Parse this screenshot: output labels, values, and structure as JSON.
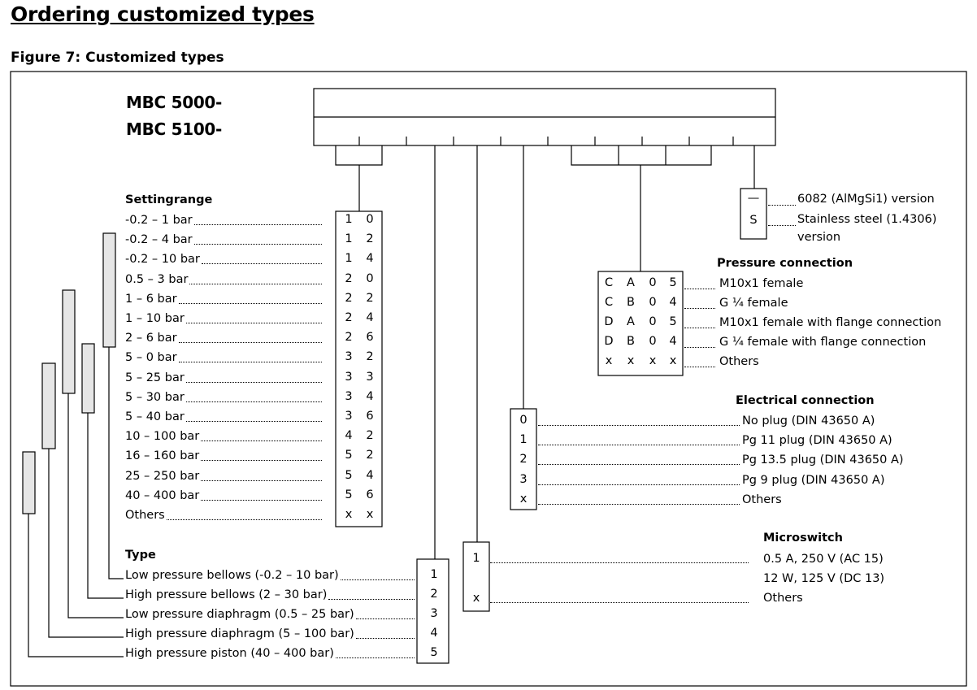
{
  "title": "Ordering customized types",
  "figure_caption": "Figure 7: Customized types",
  "models": [
    "MBC 5000-",
    "MBC 5100-"
  ],
  "setting_range": {
    "heading": "Settingrange",
    "rows": [
      {
        "label": "-0.2 – 1 bar",
        "code": [
          "1",
          "0"
        ]
      },
      {
        "label": "-0.2 – 4 bar",
        "code": [
          "1",
          "2"
        ]
      },
      {
        "label": "-0.2 – 10 bar",
        "code": [
          "1",
          "4"
        ]
      },
      {
        "label": "0.5 – 3 bar",
        "code": [
          "2",
          "0"
        ]
      },
      {
        "label": "1 – 6 bar",
        "code": [
          "2",
          "2"
        ]
      },
      {
        "label": "1 – 10 bar",
        "code": [
          "2",
          "4"
        ]
      },
      {
        "label": "2 – 6 bar",
        "code": [
          "2",
          "6"
        ]
      },
      {
        "label": "5 – 0 bar",
        "code": [
          "3",
          "2"
        ]
      },
      {
        "label": "5 – 25 bar",
        "code": [
          "3",
          "3"
        ]
      },
      {
        "label": "5 – 30 bar",
        "code": [
          "3",
          "4"
        ]
      },
      {
        "label": "5 – 40 bar",
        "code": [
          "3",
          "6"
        ]
      },
      {
        "label": "10 – 100 bar",
        "code": [
          "4",
          "2"
        ]
      },
      {
        "label": "16 – 160 bar",
        "code": [
          "5",
          "2"
        ]
      },
      {
        "label": "25 – 250 bar",
        "code": [
          "5",
          "4"
        ]
      },
      {
        "label": "40 – 400 bar",
        "code": [
          "5",
          "6"
        ]
      },
      {
        "label": "Others",
        "code": [
          "x",
          "x"
        ]
      }
    ]
  },
  "type": {
    "heading": "Type",
    "rows": [
      {
        "label": "Low pressure bellows (-0.2 – 10 bar)",
        "code": "1"
      },
      {
        "label": "High pressure bellows (2 – 30 bar)",
        "code": "2"
      },
      {
        "label": "Low pressure diaphragm (0.5 – 25 bar)",
        "code": "3"
      },
      {
        "label": "High pressure diaphragm (5 – 100 bar)",
        "code": "4"
      },
      {
        "label": "High pressure piston (40 – 400 bar)",
        "code": "5"
      }
    ]
  },
  "material": {
    "rows": [
      {
        "code": "—",
        "label": "6082 (AlMgSi1) version"
      },
      {
        "code": "S",
        "label": "Stainless steel (1.4306)",
        "label2": "version"
      }
    ]
  },
  "pressure_connection": {
    "heading": "Pressure connection",
    "rows": [
      {
        "code": [
          "C",
          "A",
          "0",
          "5"
        ],
        "label": "M10x1 female"
      },
      {
        "code": [
          "C",
          "B",
          "0",
          "4"
        ],
        "label": "G ¼ female"
      },
      {
        "code": [
          "D",
          "A",
          "0",
          "5"
        ],
        "label": "M10x1 female with flange connection"
      },
      {
        "code": [
          "D",
          "B",
          "0",
          "4"
        ],
        "label": "G ¼ female with flange connection"
      },
      {
        "code": [
          "x",
          "x",
          "x",
          "x"
        ],
        "label": "Others"
      }
    ]
  },
  "electrical_connection": {
    "heading": "Electrical connection",
    "rows": [
      {
        "code": "0",
        "label": "No plug (DIN 43650 A)"
      },
      {
        "code": "1",
        "label": "Pg 11 plug (DIN 43650 A)"
      },
      {
        "code": "2",
        "label": "Pg 13.5 plug (DIN 43650 A)"
      },
      {
        "code": "3",
        "label": "Pg 9 plug (DIN 43650 A)"
      },
      {
        "code": "x",
        "label": "Others"
      }
    ]
  },
  "microswitch": {
    "heading": "Microswitch",
    "rows": [
      {
        "code": "1",
        "label": "0.5 A, 250 V (AC 15)",
        "label2": "12 W, 125 V (DC 13)"
      },
      {
        "code": "x",
        "label": "Others"
      }
    ]
  }
}
